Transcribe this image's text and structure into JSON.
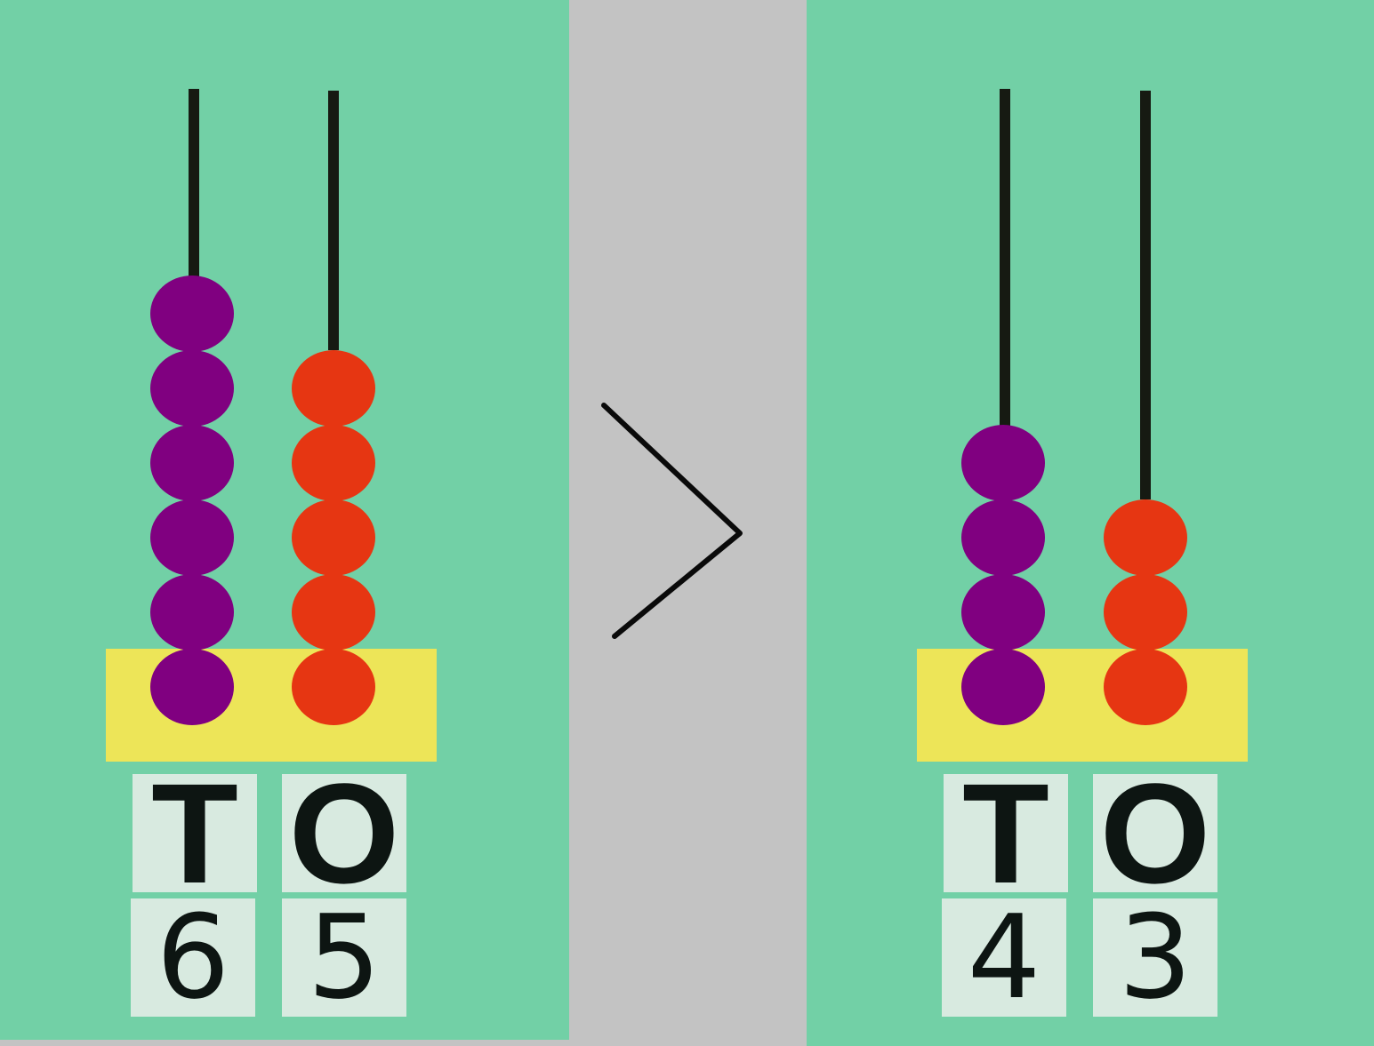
{
  "colors": {
    "panel": "#72d0a6",
    "tens_bead": "#800080",
    "ones_bead": "#e63612",
    "base": "#ede558",
    "card": "#d8eae0"
  },
  "left": {
    "tens_label": "T",
    "ones_label": "O",
    "tens_digit": "6",
    "ones_digit": "5",
    "tens_beads": 6,
    "ones_beads": 5
  },
  "comparison": {
    "symbol": "greater-than"
  },
  "right": {
    "tens_label": "T",
    "ones_label": "O",
    "tens_digit": "4",
    "ones_digit": "3",
    "tens_beads": 4,
    "ones_beads": 3
  }
}
